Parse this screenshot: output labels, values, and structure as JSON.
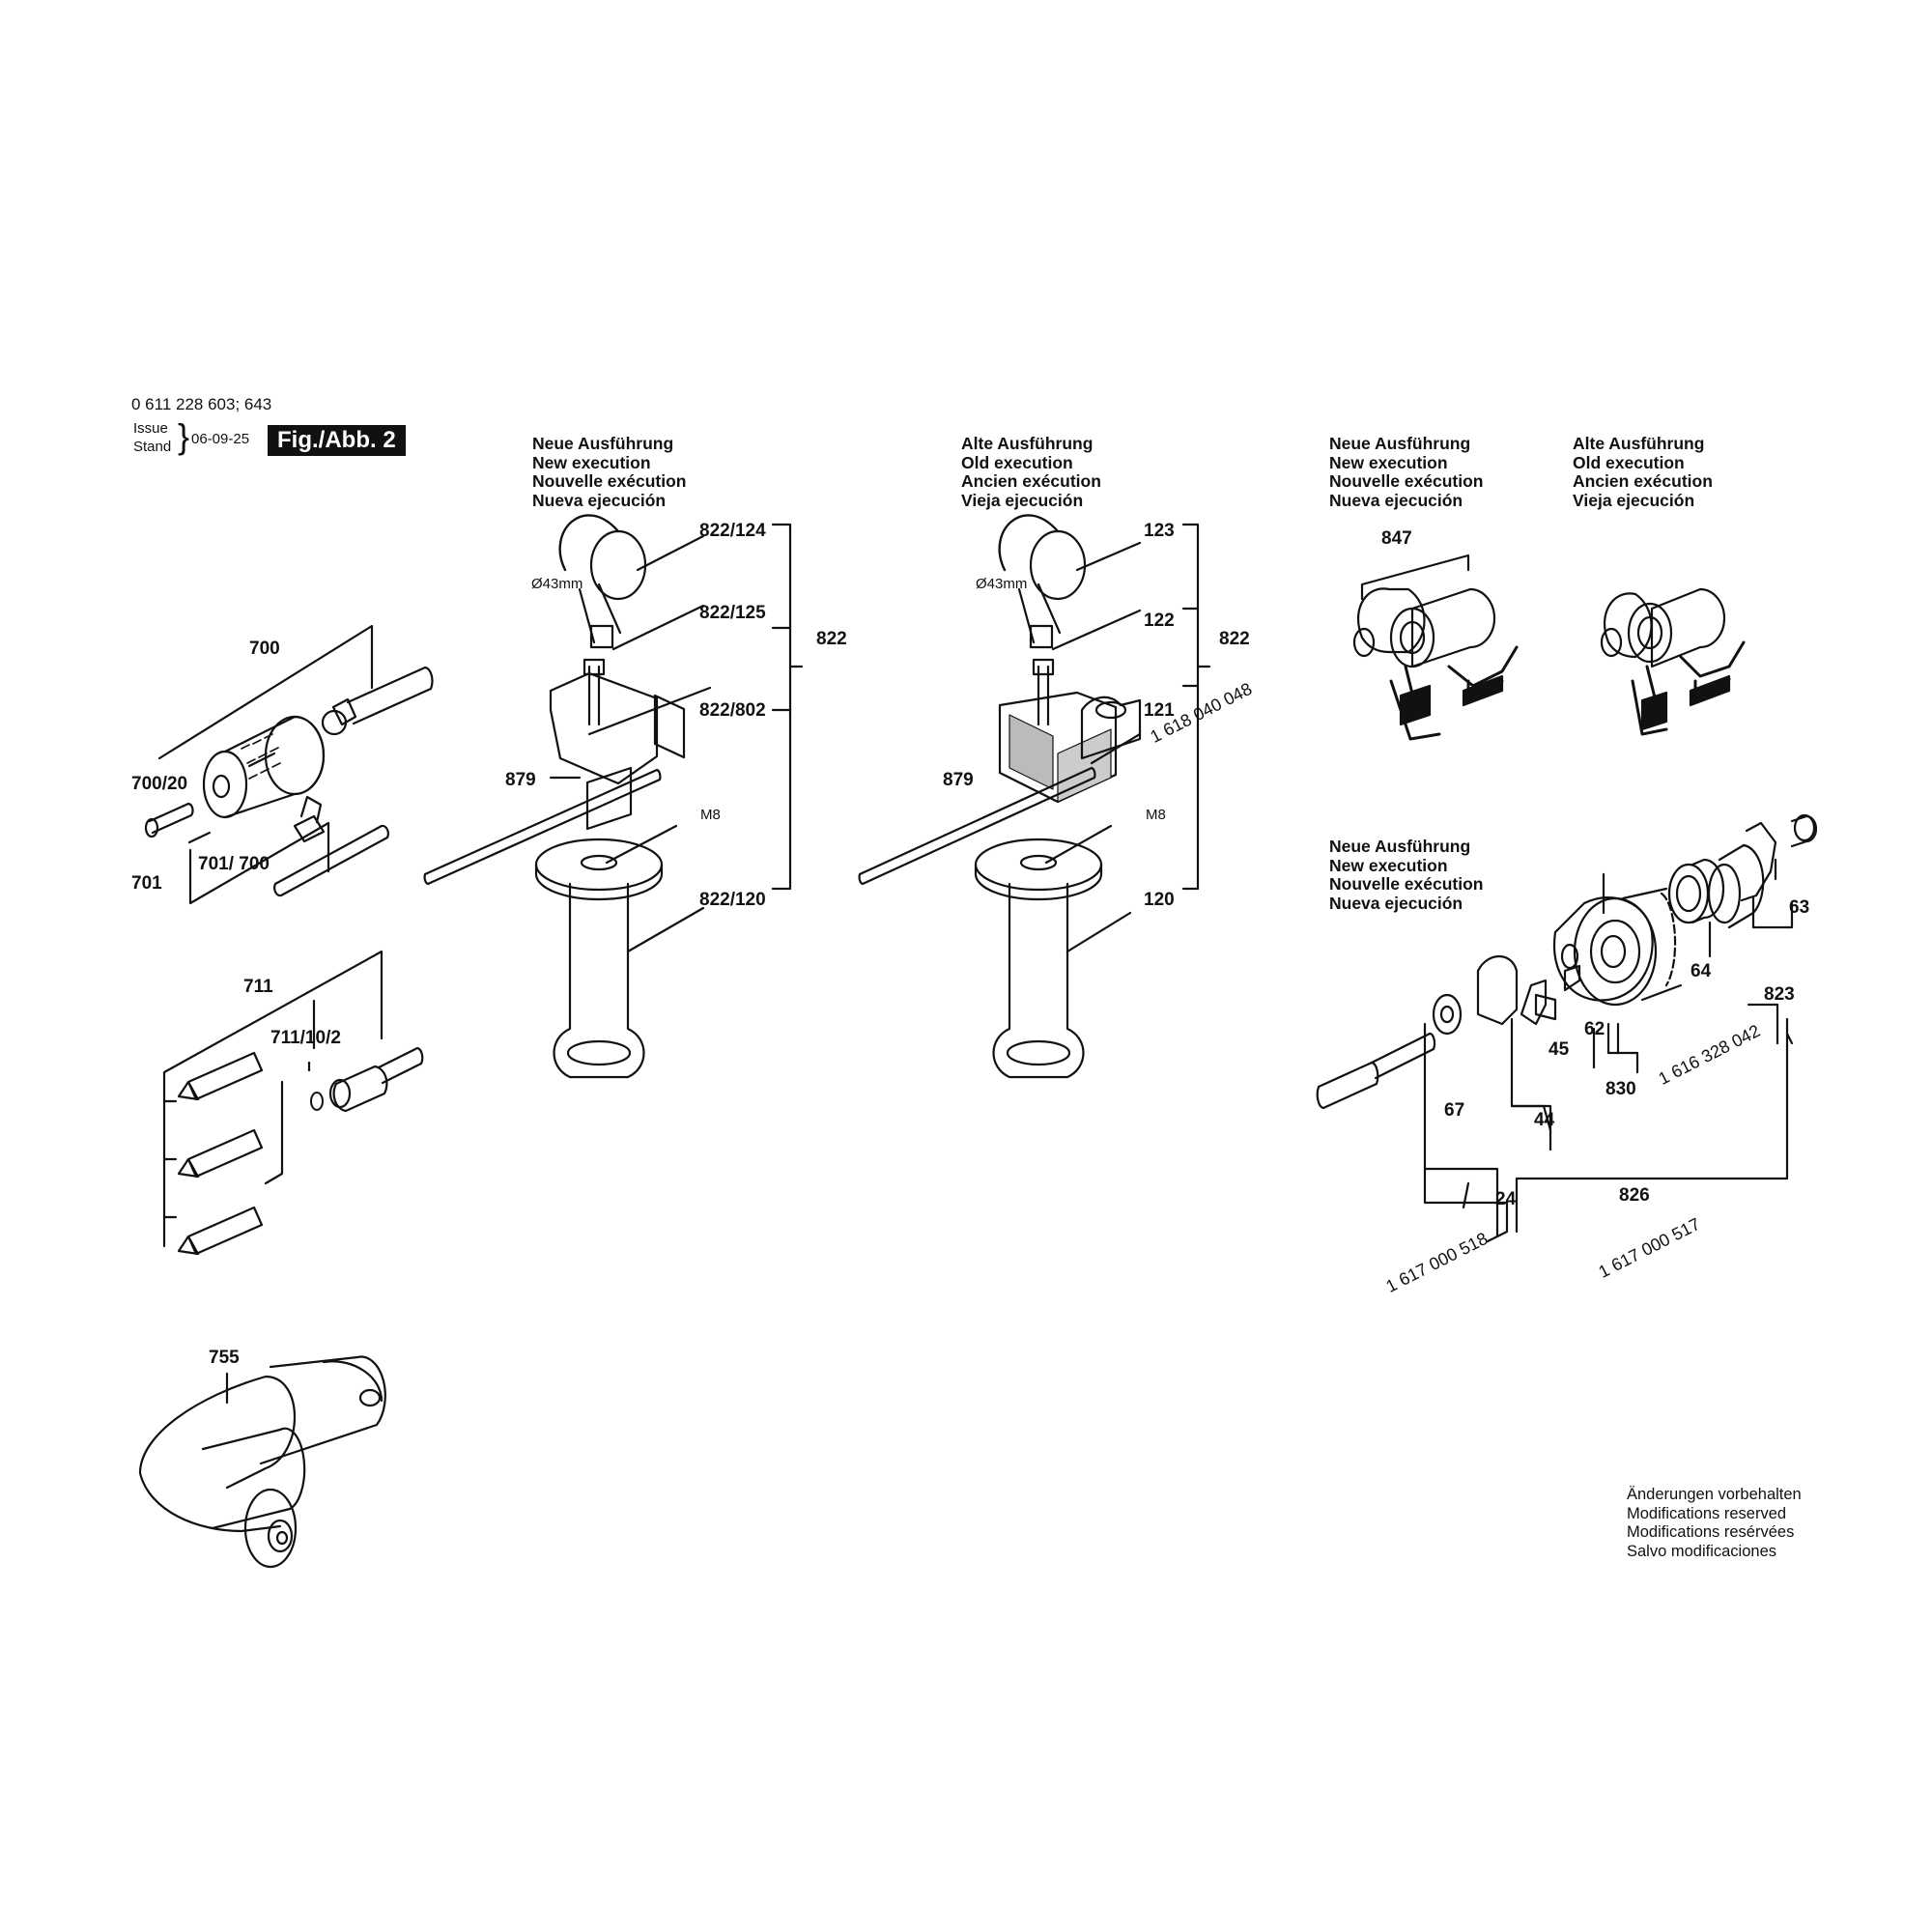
{
  "header": {
    "part_number": "0 611 228 603; 643",
    "issue_label": "Issue",
    "stand_label": "Stand",
    "issue_brace": "}",
    "date": "06-09-25",
    "figure": "Fig./Abb. 2"
  },
  "groups": {
    "handle_new": [
      "Neue Ausführung",
      "New execution",
      "Nouvelle exécution",
      "Nueva ejecución"
    ],
    "handle_old": [
      "Alte Ausführung",
      "Old execution",
      "Ancien exécution",
      "Vieja ejecución"
    ],
    "bearing_new": [
      "Neue Ausführung",
      "New execution",
      "Nouvelle exécution",
      "Nueva ejecución"
    ],
    "bearing_old": [
      "Alte Ausführung",
      "Old execution",
      "Ancien exécution",
      "Vieja ejecución"
    ],
    "gear_new": [
      "Neue Ausführung",
      "New execution",
      "Nouvelle exécution",
      "Nueva ejecución"
    ]
  },
  "labels": {
    "p700": "700",
    "p700_20": "700/20",
    "p701": "701",
    "p701_700": "701/ 700",
    "p711": "711",
    "p711_10_2": "711/10/2",
    "p755": "755",
    "p822_124": "822/124",
    "p822_125": "822/125",
    "p822_802": "822/802",
    "p822_120": "822/120",
    "p822_a": "822",
    "p879_a": "879",
    "m8_a": "M8",
    "d43_a": "Ø43mm",
    "p123": "123",
    "p122": "122",
    "p121": "121",
    "p120": "120",
    "p822_b": "822",
    "p879_b": "879",
    "m8_b": "M8",
    "d43_b": "Ø43mm",
    "p847": "847",
    "p63": "63",
    "p64": "64",
    "p62": "62",
    "p45": "45",
    "p67": "67",
    "p830": "830",
    "p823": "823",
    "p44": "44",
    "p24": "24",
    "p826": "826"
  },
  "part_numbers": {
    "pn_121": "1 618 040 048",
    "pn_823": "1 616 328 042",
    "pn_24": "1 617 000 518",
    "pn_826": "1 617 000 517"
  },
  "footer": [
    "Änderungen vorbehalten",
    "Modifications reserved",
    "Modifications resérvées",
    "Salvo modificaciones"
  ]
}
